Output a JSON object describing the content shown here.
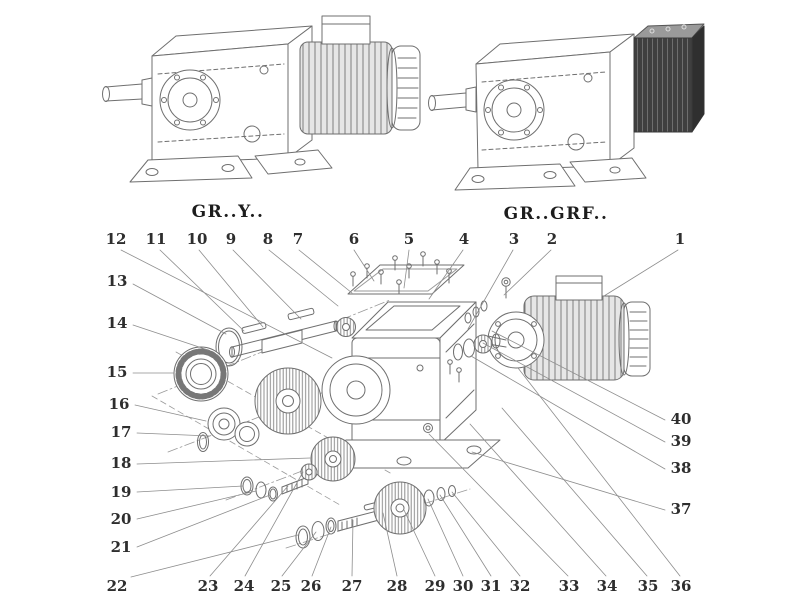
{
  "headings": {
    "left_model": "GR..Y..",
    "right_model": "GR..GRF.."
  },
  "callouts": {
    "top": [
      "12",
      "11",
      "10",
      "9",
      "8",
      "7",
      "6",
      "5",
      "4",
      "3",
      "2",
      "1"
    ],
    "left": [
      "13",
      "14",
      "15",
      "16",
      "17",
      "18",
      "19",
      "20",
      "21",
      "22"
    ],
    "bottom": [
      "23",
      "24",
      "25",
      "26",
      "27",
      "28",
      "29",
      "30",
      "31",
      "32",
      "33",
      "34",
      "35",
      "36"
    ],
    "right": [
      "40",
      "39",
      "38",
      "37"
    ]
  },
  "colors": {
    "background": "#ffffff",
    "line": "#6f6f6f",
    "leader_line": "#8d8d8d",
    "dark_cover": "#3f3f3f",
    "text": "#2e2e2e"
  }
}
